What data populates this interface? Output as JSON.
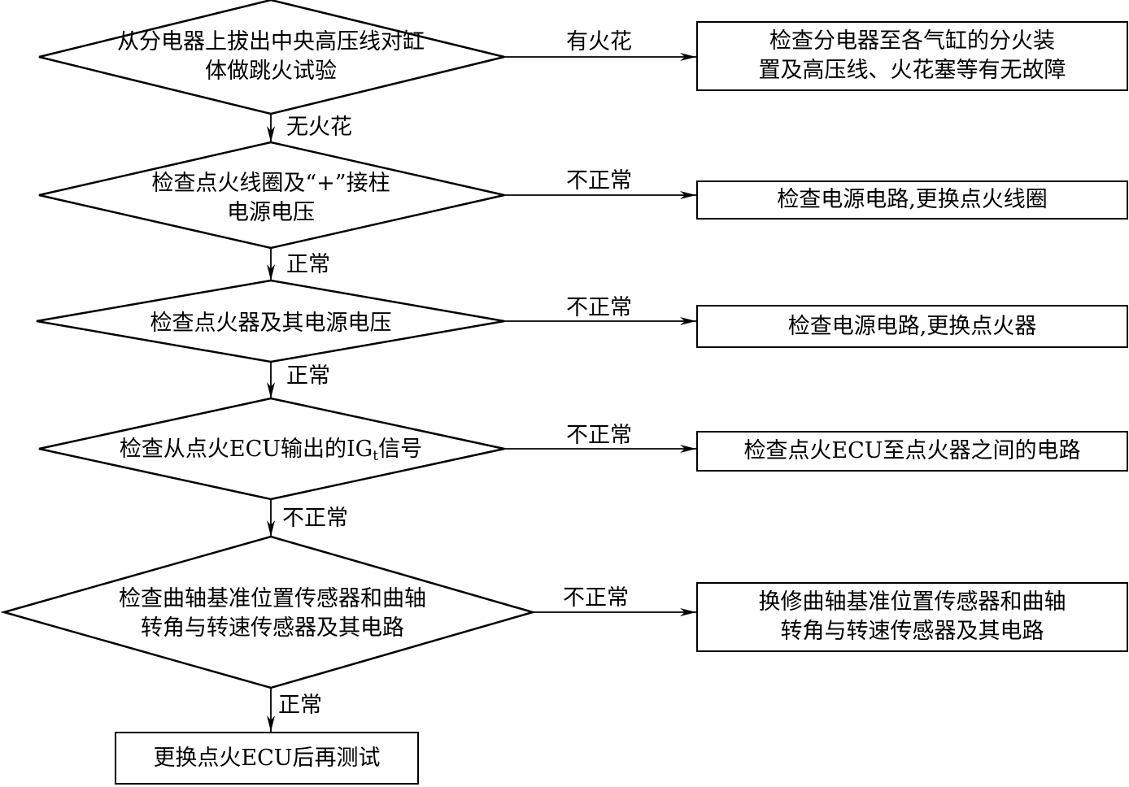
{
  "decisions": {
    "d1": {
      "line1": "从分电器上拔出中央高压线对缸",
      "line2": "体做跳火试验"
    },
    "d2": {
      "line1": "检查点火线圈及“+”接柱",
      "line2": "电源电压"
    },
    "d3": {
      "line1": "检查点火器及其电源电压"
    },
    "d4": {
      "pre": "检查从点火ECU输出的IG",
      "sub": "t",
      "post": "信号"
    },
    "d5": {
      "line1": "检查曲轴基准位置传感器和曲轴",
      "line2": "转角与转速传感器及其电路"
    }
  },
  "actions": {
    "a1": {
      "line1": "检查分电器至各气缸的分火装",
      "line2": "置及高压线、火花塞等有无故障"
    },
    "a2": {
      "line1": "检查电源电路,更换点火线圈"
    },
    "a3": {
      "line1": "检查电源电路,更换点火器"
    },
    "a4": {
      "line1": "检查点火ECU至点火器之间的电路"
    },
    "a5": {
      "line1": "换修曲轴基准位置传感器和曲轴",
      "line2": "转角与转速传感器及其电路"
    },
    "final": {
      "line1": "更换点火ECU后再测试"
    }
  },
  "edges": {
    "e1_right": "有火花",
    "e1_down": "无火花",
    "e2_right": "不正常",
    "e2_down": "正常",
    "e3_right": "不正常",
    "e3_down": "正常",
    "e4_right": "不正常",
    "e4_down": "不正常",
    "e5_right": "不正常",
    "e5_down": "正常"
  }
}
